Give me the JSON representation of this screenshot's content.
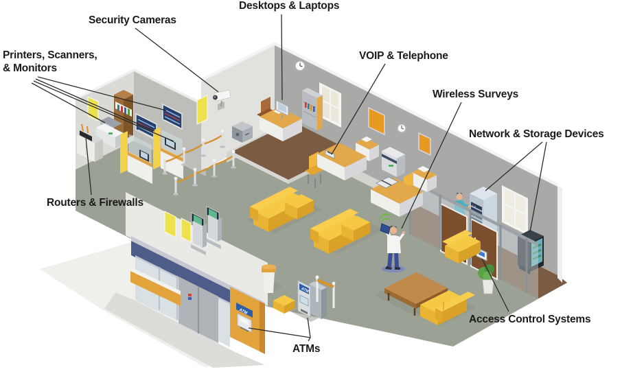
{
  "figure": {
    "type": "isometric-infographic",
    "subject": "Bank branch IT infrastructure map"
  },
  "callouts": [
    {
      "id": "desktops-laptops",
      "label": "Desktops & Laptops"
    },
    {
      "id": "security-cameras",
      "label": "Security Cameras"
    },
    {
      "id": "printers-scanners-monitors",
      "label": "Printers, Scanners,\n& Monitors"
    },
    {
      "id": "voip-telephone",
      "label": "VOIP & Telephone"
    },
    {
      "id": "wireless-surveys",
      "label": "Wireless Surveys"
    },
    {
      "id": "network-storage-devices",
      "label": "Network & Storage Devices"
    },
    {
      "id": "routers-firewalls",
      "label": "Routers & Firewalls"
    },
    {
      "id": "access-control-systems",
      "label": "Access Control Systems"
    },
    {
      "id": "atms",
      "label": "ATMs"
    }
  ],
  "signs": {
    "atm_wall": "ATM",
    "atm_lobby": "ATM"
  },
  "colors": {
    "floor": "#9CA195",
    "server_room_floor": "#7B5B41",
    "wall_dark": "#A9A9A7",
    "wall_light": "#E1E1DE",
    "sofa_yellow": "#F6C945",
    "accent_orange": "#E2A23C",
    "storefront_blue": "#4E5C8A",
    "display_blue": "#24406E",
    "atm_sign_blue": "#2D5FA8",
    "leader_line": "#2B2B2B"
  }
}
